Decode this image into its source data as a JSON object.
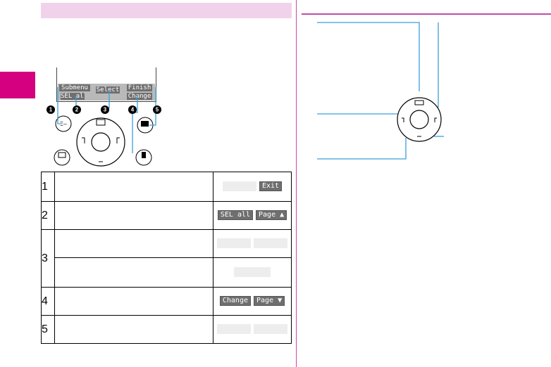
{
  "section": {
    "accent_color": "#d4007f",
    "band_color": "#f0d3ea",
    "line_color": "#c44aa6",
    "callout_color": "#3aa0dc"
  },
  "phone_screen": {
    "softkeys": {
      "left": "Submenu",
      "left2": "SEL all",
      "center": "Select",
      "right": "Finish",
      "right2": "Change"
    }
  },
  "callouts": [
    "1",
    "2",
    "3",
    "4",
    "5"
  ],
  "keypad_icons": {
    "left_key": "mail-key-icon",
    "center_key": "navigation-key-icon",
    "right_key": "camera-tv-key-icon",
    "clear_key": "clear-key-icon",
    "upper_left": "menu-key-icon"
  },
  "table": {
    "rows": [
      {
        "num": "1",
        "keys": [
          "",
          "Exit"
        ]
      },
      {
        "num": "2",
        "keys": [
          "SEL all",
          "Page ▲"
        ]
      },
      {
        "num": "3",
        "keys": [
          "",
          ""
        ]
      },
      {
        "num": "",
        "keys": [
          ""
        ]
      },
      {
        "num": "4",
        "keys": [
          "Change",
          "Page ▼"
        ]
      },
      {
        "num": "5",
        "keys": [
          "",
          ""
        ]
      }
    ]
  }
}
